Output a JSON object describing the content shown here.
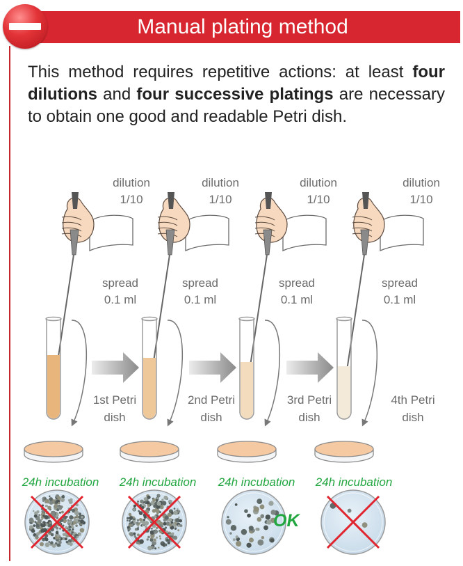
{
  "title": "Manual plating method",
  "intro": {
    "part1": "This method requires repetitive actions:  at least ",
    "bold1": "four dilutions",
    "part2": " and ",
    "bold2": "four successive platings",
    "part3": " are necessary to obtain one good and readable Petri dish."
  },
  "steps": [
    {
      "dilution": "dilution",
      "ratio": "1/10",
      "spread": "spread",
      "volume": "0.1 ml",
      "dish_line1": "1st Petri",
      "dish_line2": "dish",
      "incubation": "24h incubation",
      "liquid_color": "#e8b57c"
    },
    {
      "dilution": "dilution",
      "ratio": "1/10",
      "spread": "spread",
      "volume": "0.1 ml",
      "dish_line1": "2nd Petri",
      "dish_line2": "dish",
      "incubation": "24h incubation",
      "liquid_color": "#eec899"
    },
    {
      "dilution": "dilution",
      "ratio": "1/10",
      "spread": "spread",
      "volume": "0.1 ml",
      "dish_line1": "3rd Petri",
      "dish_line2": "dish",
      "incubation": "24h incubation",
      "liquid_color": "#f3dcbd"
    },
    {
      "dilution": "dilution",
      "ratio": "1/10",
      "spread": "spread",
      "volume": "0.1 ml",
      "dish_line1": "4th Petri",
      "dish_line2": "dish",
      "incubation": "24h incubation",
      "liquid_color": "#f4ead9"
    }
  ],
  "results": [
    {
      "outcome": "too-many-colonies",
      "crossed": true
    },
    {
      "outcome": "too-many-colonies",
      "crossed": true
    },
    {
      "outcome": "readable",
      "crossed": false,
      "label": "OK"
    },
    {
      "outcome": "too-few-colonies",
      "crossed": true
    }
  ],
  "colors": {
    "header": "#d7262f",
    "accent_green": "#22a640",
    "cross": "#e0252e",
    "agar": "#f5c9a2",
    "plate_bg": "#d4e5f2"
  }
}
